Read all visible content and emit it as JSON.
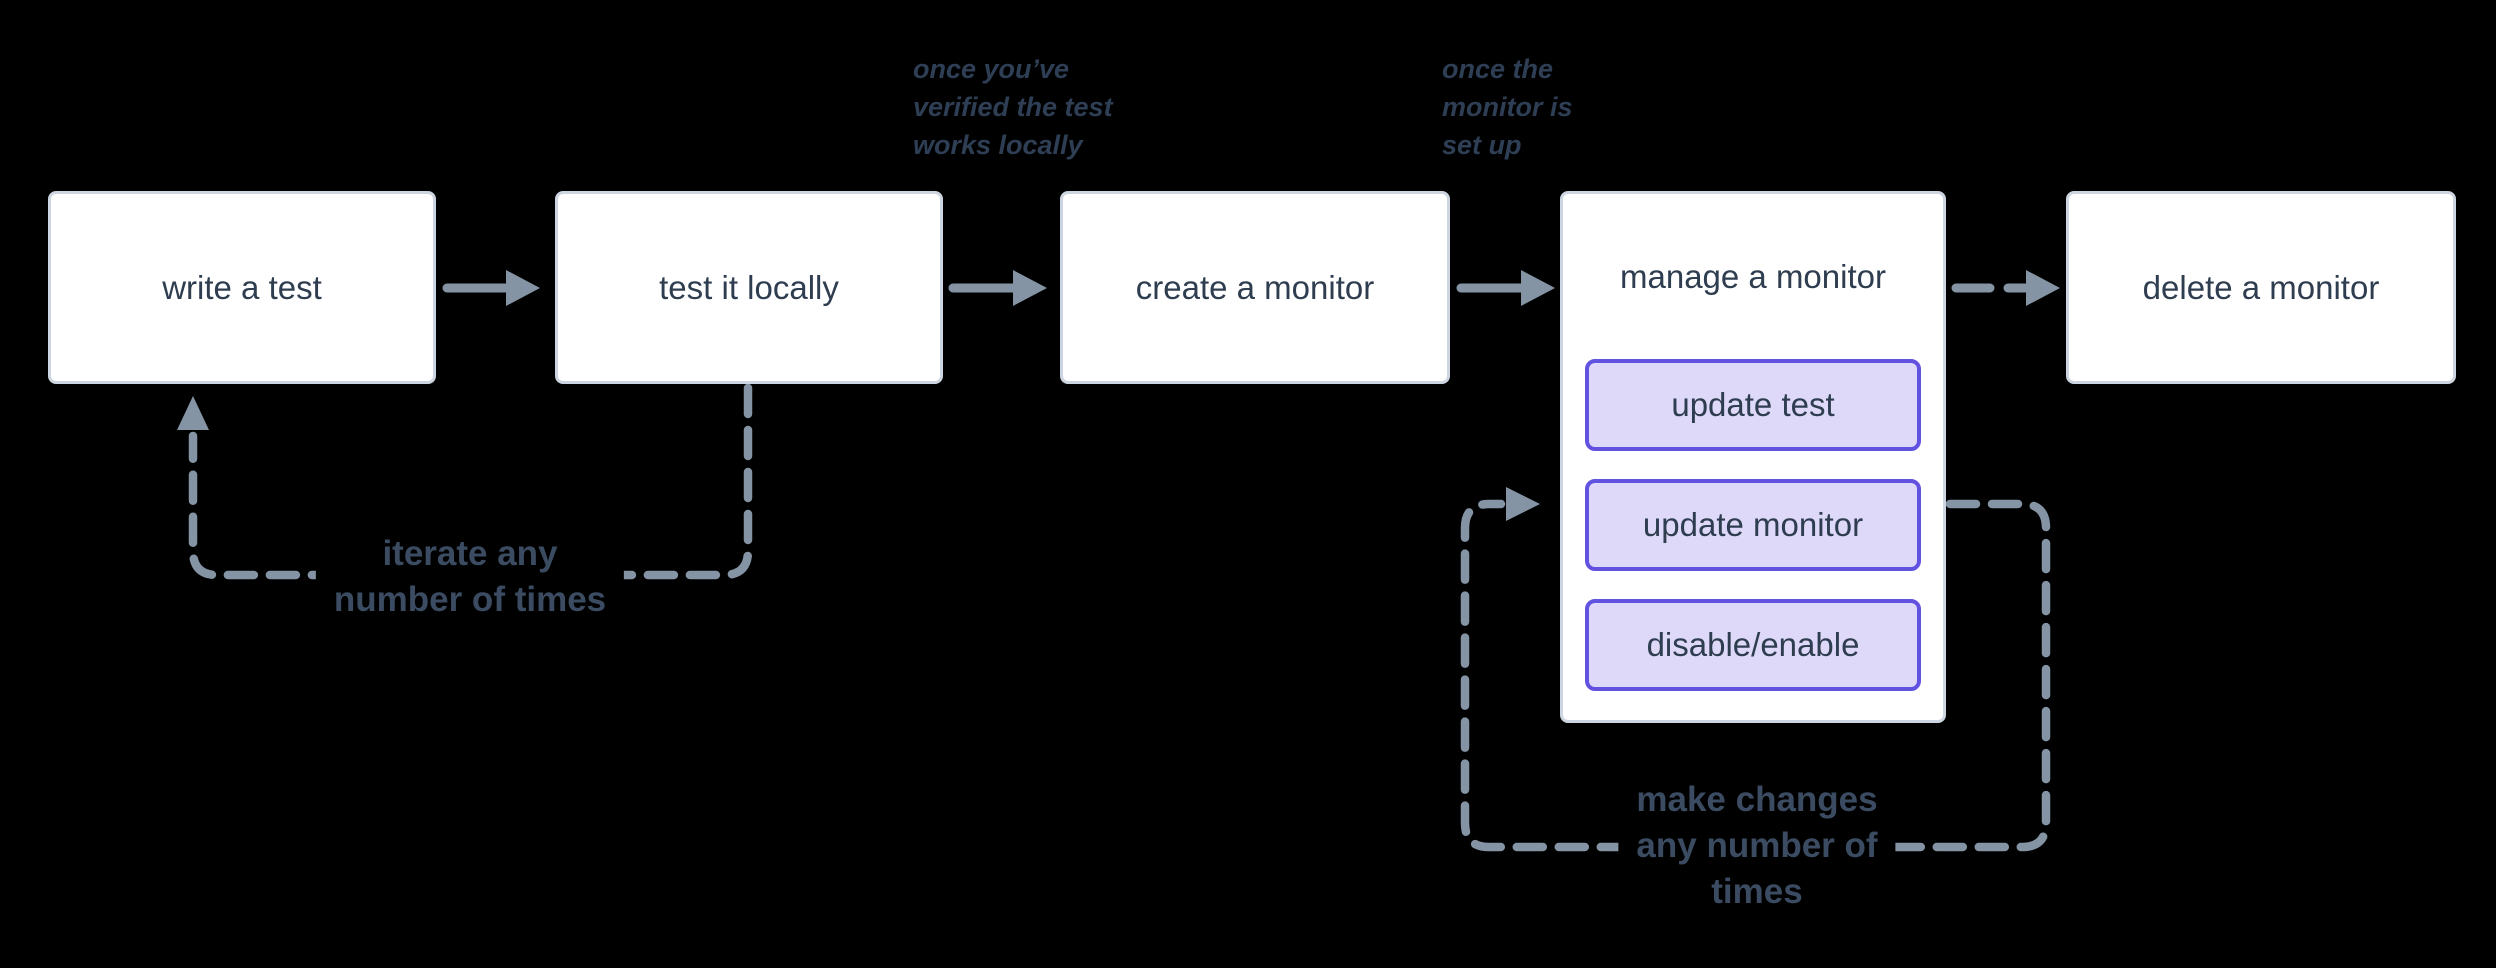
{
  "diagram": {
    "nodes": {
      "write_test": {
        "label": "write a test"
      },
      "test_locally": {
        "label": "test it locally"
      },
      "create_monitor": {
        "label": "create a monitor"
      },
      "manage_monitor": {
        "label": "manage a monitor",
        "actions": {
          "update_test": {
            "label": "update test"
          },
          "update_monitor": {
            "label": "update monitor"
          },
          "disable_enable": {
            "label": "disable/enable"
          }
        }
      },
      "delete_monitor": {
        "label": "delete a monitor"
      }
    },
    "annotations": {
      "after_test_locally": "once you’ve\nverified the test\nworks locally",
      "after_create_monitor": "once the\nmonitor is\nset up"
    },
    "loops": {
      "iterate": "iterate any\nnumber of times",
      "make_changes": "make changes\nany number of\ntimes"
    },
    "colors": {
      "background": "#000000",
      "node_background": "#ffffff",
      "node_border": "#cdd6e0",
      "node_text": "#2e3d4f",
      "arrow": "#8494a4",
      "action_background": "#ded9f8",
      "action_border": "#6153df",
      "annotation_text": "#2e3e54",
      "loop_label_text": "#3b4c62"
    }
  }
}
